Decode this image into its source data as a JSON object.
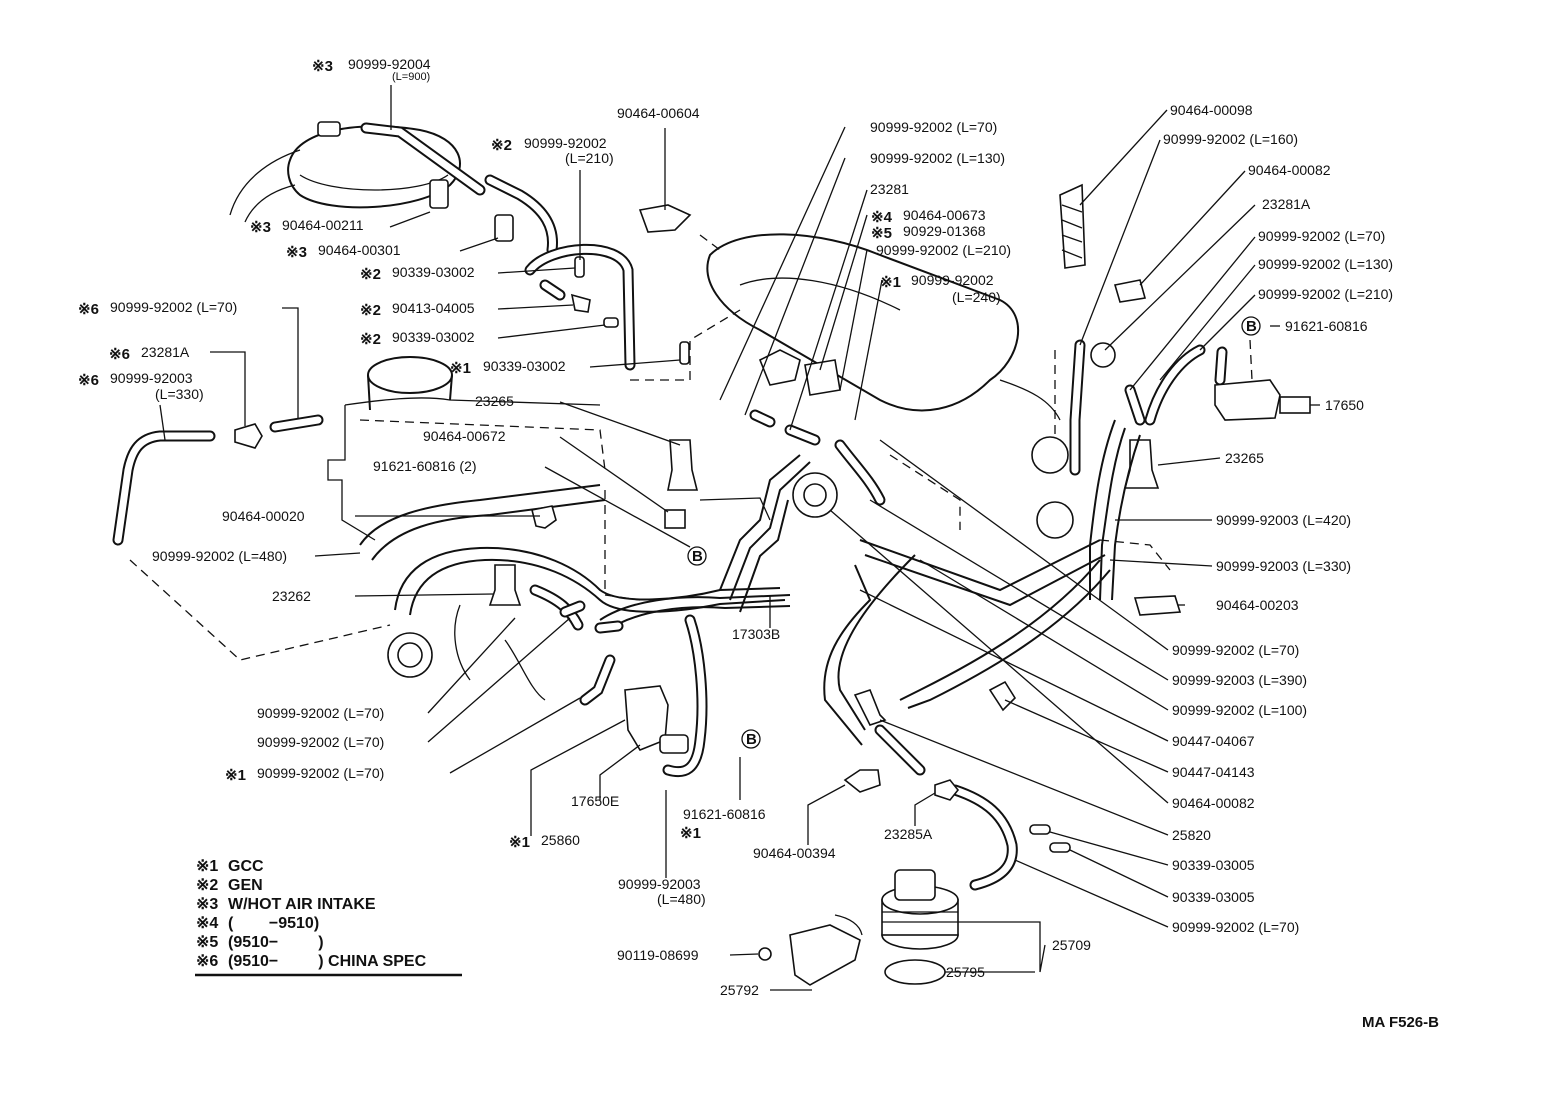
{
  "callouts": [
    {
      "text": "90999-92004"
    },
    {
      "text": "(L=900)"
    },
    {
      "text": "90999-92002"
    },
    {
      "text": "(L=210)"
    },
    {
      "text": "90464-00604"
    },
    {
      "text": "90464-00211"
    },
    {
      "text": "90464-00301"
    },
    {
      "text": "90339-03002"
    },
    {
      "text": "90413-04005"
    },
    {
      "text": "90339-03002"
    },
    {
      "text": "90339-03002"
    },
    {
      "text": "90999-92002 (L=70)"
    },
    {
      "text": "23281A"
    },
    {
      "text": "90999-92003"
    },
    {
      "text": "(L=330)"
    },
    {
      "text": "23265"
    },
    {
      "text": "90464-00672"
    },
    {
      "text": "91621-60816 (2)"
    },
    {
      "text": "90464-00020"
    },
    {
      "text": "90999-92002 (L=480)"
    },
    {
      "text": "23262"
    },
    {
      "text": "17303B"
    },
    {
      "text": "90999-92002 (L=70)"
    },
    {
      "text": "90999-92002 (L=70)"
    },
    {
      "text": "90999-92002 (L=70)"
    },
    {
      "text": "17650E"
    },
    {
      "text": "25860"
    },
    {
      "text": "91621-60816"
    },
    {
      "text": "90999-92003"
    },
    {
      "text": "(L=480)"
    },
    {
      "text": "90464-00394"
    },
    {
      "text": "23285A"
    },
    {
      "text": "90119-08699"
    },
    {
      "text": "25792"
    },
    {
      "text": "25795"
    },
    {
      "text": "25709"
    },
    {
      "text": "90999-92002 (L=70)"
    },
    {
      "text": "90999-92002 (L=130)"
    },
    {
      "text": "23281"
    },
    {
      "text": "90464-00673"
    },
    {
      "text": "90929-01368"
    },
    {
      "text": "90999-92002 (L=210)"
    },
    {
      "text": "90999-92002"
    },
    {
      "text": "(L=240)"
    },
    {
      "text": "90464-00098"
    },
    {
      "text": "90999-92002 (L=160)"
    },
    {
      "text": "90464-00082"
    },
    {
      "text": "23281A"
    },
    {
      "text": "90999-92002 (L=70)"
    },
    {
      "text": "90999-92002 (L=130)"
    },
    {
      "text": "90999-92002 (L=210)"
    },
    {
      "text": "91621-60816"
    },
    {
      "text": "17650"
    },
    {
      "text": "23265"
    },
    {
      "text": "90999-92003 (L=420)"
    },
    {
      "text": "90999-92003 (L=330)"
    },
    {
      "text": "90464-00203"
    },
    {
      "text": "90999-92002 (L=70)"
    },
    {
      "text": "90999-92003 (L=390)"
    },
    {
      "text": "90999-92002 (L=100)"
    },
    {
      "text": "90447-04067"
    },
    {
      "text": "90447-04143"
    },
    {
      "text": "90464-00082"
    },
    {
      "text": "25820"
    },
    {
      "text": "90339-03005"
    },
    {
      "text": "90339-03005"
    },
    {
      "text": "90999-92002 (L=70)"
    }
  ],
  "marks": [
    {
      "text": "※3"
    },
    {
      "text": "※2"
    },
    {
      "text": "※3"
    },
    {
      "text": "※3"
    },
    {
      "text": "※2"
    },
    {
      "text": "※2"
    },
    {
      "text": "※2"
    },
    {
      "text": "※1"
    },
    {
      "text": "※6"
    },
    {
      "text": "※6"
    },
    {
      "text": "※6"
    },
    {
      "text": "※1"
    },
    {
      "text": "※1"
    },
    {
      "text": "※1"
    },
    {
      "text": "※4"
    },
    {
      "text": "※5"
    },
    {
      "text": "※1"
    }
  ],
  "ref_b": "B",
  "legend": [
    {
      "mark": "※1",
      "text": "GCC"
    },
    {
      "mark": "※2",
      "text": "GEN"
    },
    {
      "mark": "※3",
      "text": "W/HOT AIR INTAKE"
    },
    {
      "mark": "※4",
      "text": "(        −9510)"
    },
    {
      "mark": "※5",
      "text": "(9510−         )"
    },
    {
      "mark": "※6",
      "text": "(9510−         ) CHINA SPEC"
    }
  ],
  "figure_code": "MA F526-B"
}
